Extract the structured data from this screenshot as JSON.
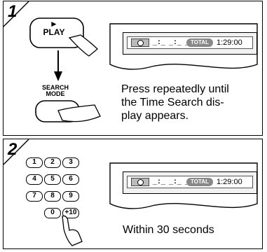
{
  "step1": {
    "number": "1",
    "play_label": "PLAY",
    "play_symbol": "►",
    "search_label_line1": "SEARCH",
    "search_label_line2": "MODE",
    "display": {
      "dashes": "_:_ _:_ _",
      "total_label": "TOTAL",
      "time": "1:29:00"
    },
    "instruction_line1": "Press repeatedly until",
    "instruction_line2": "the Time Search dis-",
    "instruction_line3": "play appears."
  },
  "step2": {
    "number": "2",
    "keys": [
      "1",
      "2",
      "3",
      "4",
      "5",
      "6",
      "7",
      "8",
      "9",
      "0",
      "+10"
    ],
    "display": {
      "dashes": "_:_ _:_ _",
      "total_label": "TOTAL",
      "time": "1:29:00"
    },
    "instruction": "Within 30 seconds"
  },
  "icons": [
    "clock-icon",
    "hand-pointer-icon",
    "down-arrow-icon"
  ]
}
